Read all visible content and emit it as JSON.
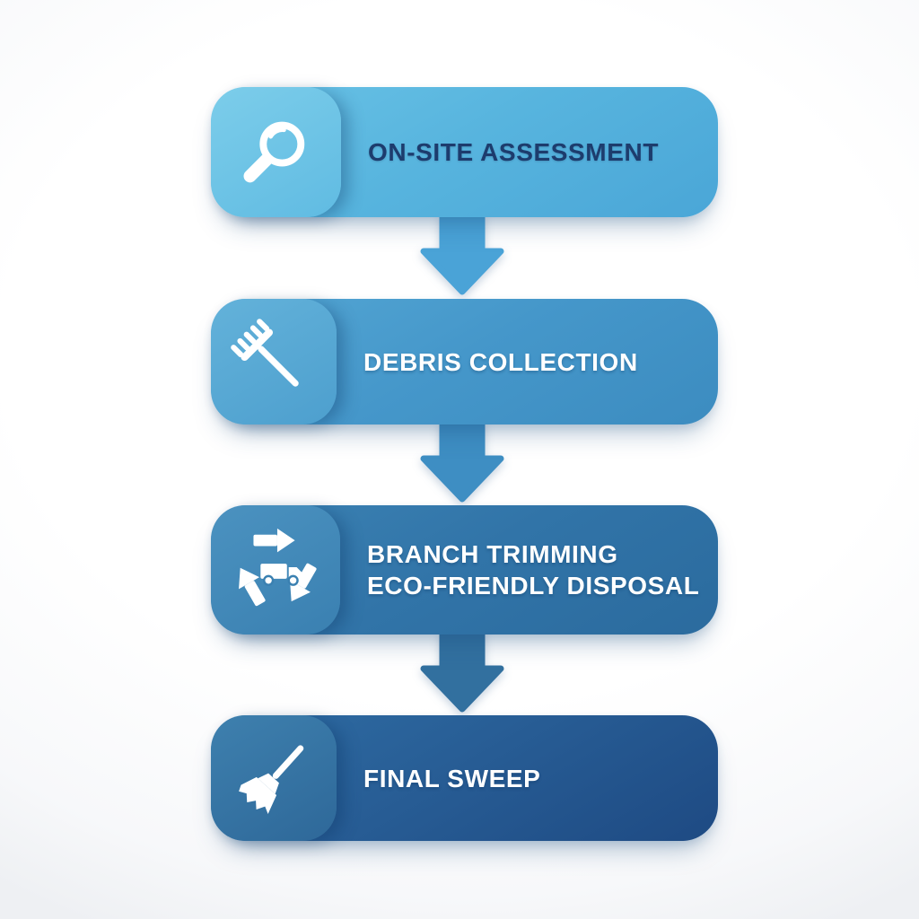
{
  "steps": [
    {
      "line1": "ON-SITE ASSESSMENT",
      "icon": "magnifier-icon",
      "box_style": "background:linear-gradient(150deg,#6ac3e6 0%,#57b4de 48%,#4aa6d7 100%)",
      "tile_style": "background:linear-gradient(150deg,#7ccdea 0%,#60bbe2 100%)",
      "text_style": "color:#1d3c6d"
    },
    {
      "line1": "DEBRIS COLLECTION",
      "icon": "rake-icon",
      "box_style": "background:linear-gradient(150deg,#54a7d4 0%,#4597ca 48%,#3c8cc0 100%)",
      "tile_style": "background:linear-gradient(150deg,#63b2da 0%,#4d9fce 100%)",
      "text_style": "color:#ffffff"
    },
    {
      "line1": "BRANCH TRIMMING",
      "line2": "ECO-FRIENDLY DISPOSAL",
      "icon": "recycle-truck-icon",
      "box_style": "background:linear-gradient(150deg,#3c83b4 0%,#3174a8 48%,#2b6b9e 100%)",
      "tile_style": "background:linear-gradient(150deg,#4b92c0 0%,#3a80b1 100%)",
      "text_style": "color:#ffffff"
    },
    {
      "line1": "FINAL SWEEP",
      "icon": "broom-icon",
      "box_style": "background:linear-gradient(150deg,#2f6da4 0%,#275c94 48%,#1e4a83 100%)",
      "tile_style": "background:linear-gradient(150deg,#3e80ae 0%,#2e6899 100%)",
      "text_style": "color:#ffffff"
    }
  ],
  "arrows": [
    {
      "name": "down-arrow",
      "style": "color:#4aa3d7"
    },
    {
      "name": "down-arrow",
      "style": "color:#3e8ec3"
    },
    {
      "name": "down-arrow",
      "style": "color:#32709f"
    }
  ],
  "palette": {
    "page_background": "#fafbfc",
    "step1_blue": "#57b4de",
    "step2_blue": "#4597ca",
    "step3_blue": "#3174a8",
    "step4_blue": "#254f88",
    "step1_text": "#1d3c6d",
    "light_text": "#ffffff"
  }
}
